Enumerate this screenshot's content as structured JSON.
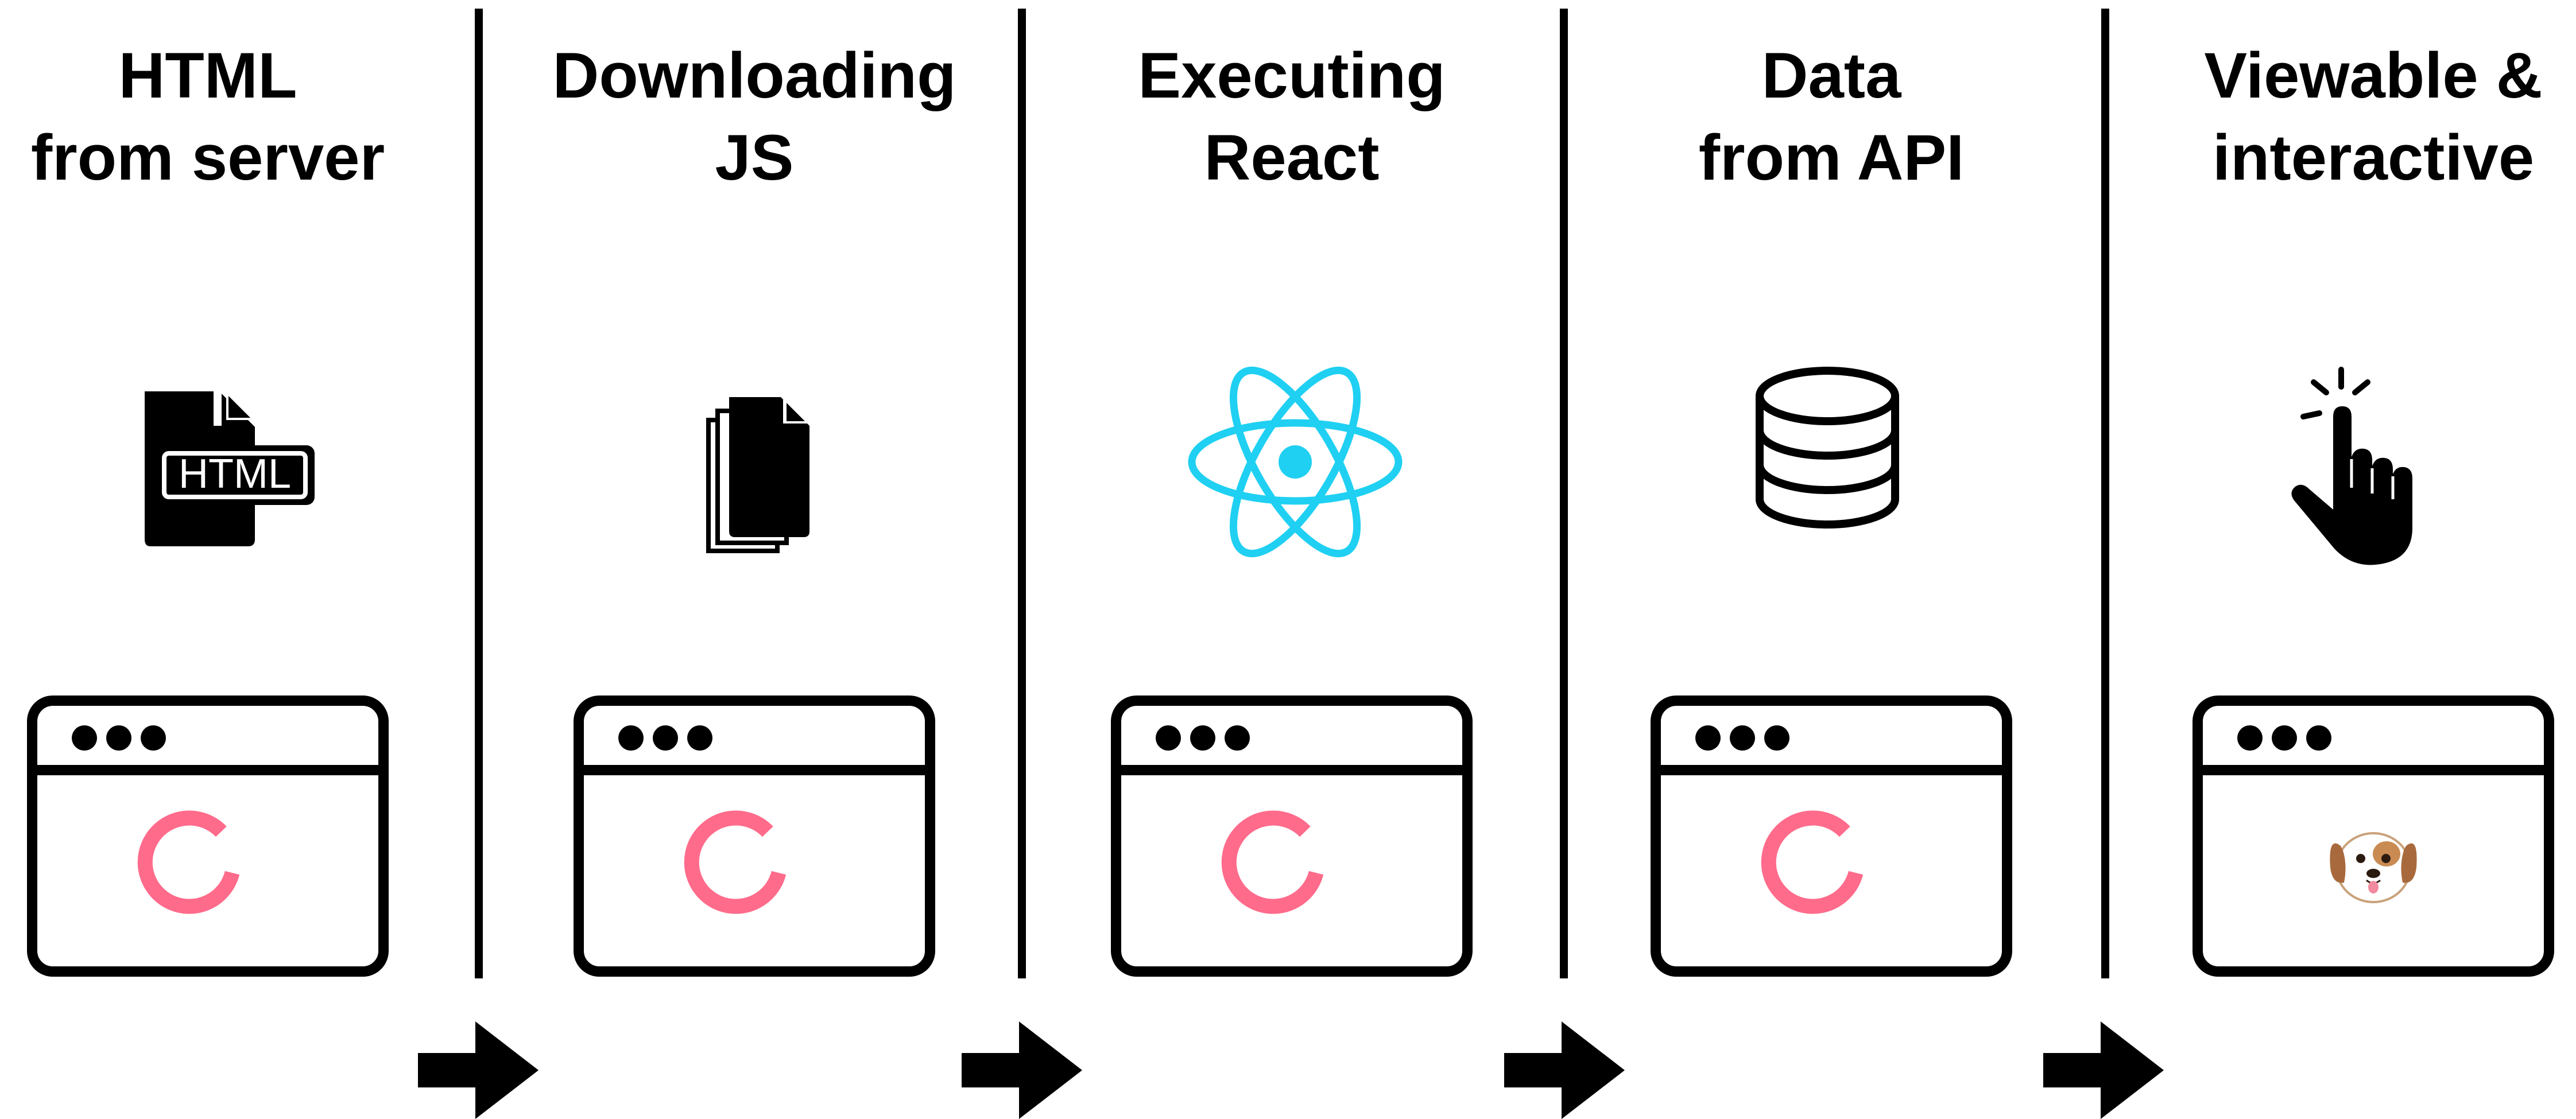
{
  "stages": [
    {
      "title_line1": "HTML",
      "title_line2": "from server",
      "icon": "html-file-icon",
      "browser_state": "loading-spinner",
      "spinner_color": "#FF6B8B"
    },
    {
      "title_line1": "Downloading",
      "title_line2": "JS",
      "icon": "js-files-icon",
      "browser_state": "loading-spinner",
      "spinner_color": "#FF6B8B"
    },
    {
      "title_line1": "Executing",
      "title_line2": "React",
      "icon": "react-logo-icon",
      "icon_color": "#1FD0F2",
      "browser_state": "loading-spinner",
      "spinner_color": "#FF6B8B"
    },
    {
      "title_line1": "Data",
      "title_line2": "from API",
      "icon": "database-icon",
      "browser_state": "loading-spinner",
      "spinner_color": "#FF6B8B"
    },
    {
      "title_line1": "Viewable &",
      "title_line2": "interactive",
      "icon": "tap-hand-icon",
      "browser_state": "content-dog",
      "browser_content": "🐶"
    }
  ],
  "html_badge": "HTML",
  "arrows": [
    "right-arrow-icon",
    "right-arrow-icon",
    "right-arrow-icon",
    "right-arrow-icon"
  ],
  "colors": {
    "ink": "#000000",
    "spinner": "#FF6B8B",
    "react": "#1FD0F2",
    "background": "#FFFFFF"
  }
}
